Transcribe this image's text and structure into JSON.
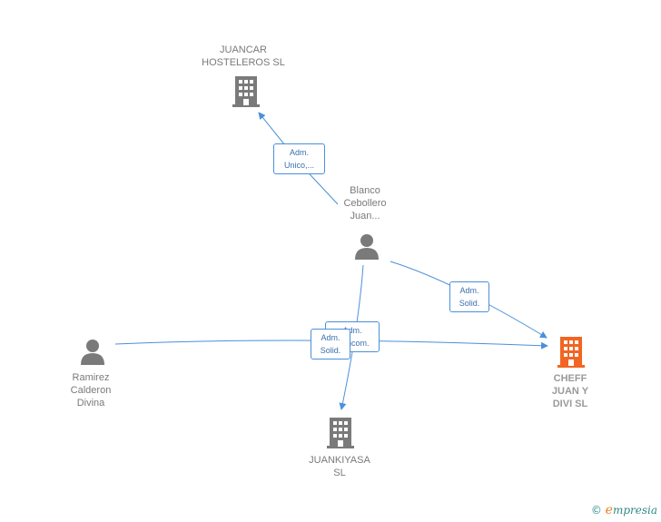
{
  "nodes": {
    "juancar": {
      "label": "JUANCAR\nHOSTELEROS SL"
    },
    "blanco": {
      "label": "Blanco\nCebollero\nJuan..."
    },
    "ramirez": {
      "label": "Ramirez\nCalderon\nDivina"
    },
    "cheff": {
      "label": "CHEFF\nJUAN Y\nDIVI  SL"
    },
    "juankiyasa": {
      "label": "JUANKIYASA\nSL"
    }
  },
  "edges": {
    "blanco_juancar": "Adm.\nUnico,...",
    "blanco_cheff": "Adm.\nSolid.",
    "blanco_juankiyasa": "Adm.\nMancom.",
    "ramirez_cheff": "Adm.\nSolid."
  },
  "colors": {
    "edge": "#4a90d9",
    "icon_gray": "#7a7a7a",
    "icon_highlight": "#f26522"
  },
  "footer": {
    "copyright": "©",
    "brand_initial": "e",
    "brand_rest": "mpresia"
  }
}
